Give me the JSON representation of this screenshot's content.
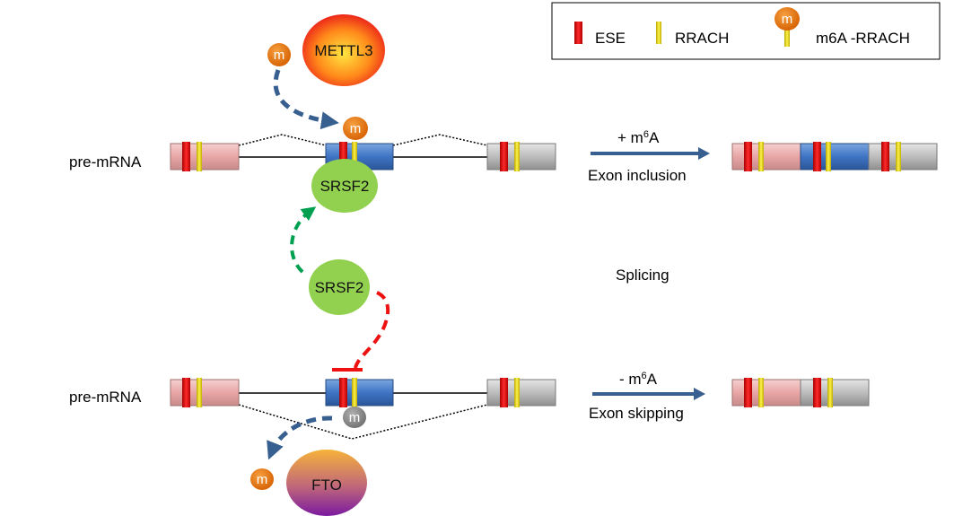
{
  "legend": {
    "ese": "ESE",
    "rrach": "RRACH",
    "m6a_rrach": "m6A -RRACH",
    "m_symbol": "m"
  },
  "top": {
    "pre_mrna": "pre-mRNA",
    "enzyme": "METTL3",
    "m_symbol": "m",
    "reader": "SRSF2",
    "arrow_label": "+ m",
    "arrow_label_sup": "6",
    "arrow_label_end": "A",
    "outcome": "Exon inclusion"
  },
  "middle": {
    "factor": "SRSF2",
    "process": "Splicing"
  },
  "bottom": {
    "pre_mrna": "pre-mRNA",
    "enzyme": "FTO",
    "m_symbol": "m",
    "arrow_label": "- m",
    "arrow_label_sup": "6",
    "arrow_label_end": "A",
    "outcome": "Exon skipping"
  },
  "colors": {
    "ese_red": "#e0141c",
    "rrach_yellow": "#f0e020",
    "exon1_pink": "#e8a6a6",
    "exon2_blue": "#3f74c4",
    "exon3_gray": "#b7b7b7",
    "methyl_orange": "#e46c0a",
    "srsf2_green": "#92d050",
    "arrow_blue": "#375f8f",
    "arrow_green": "#00a050",
    "inhibit_red": "#ee1111"
  }
}
